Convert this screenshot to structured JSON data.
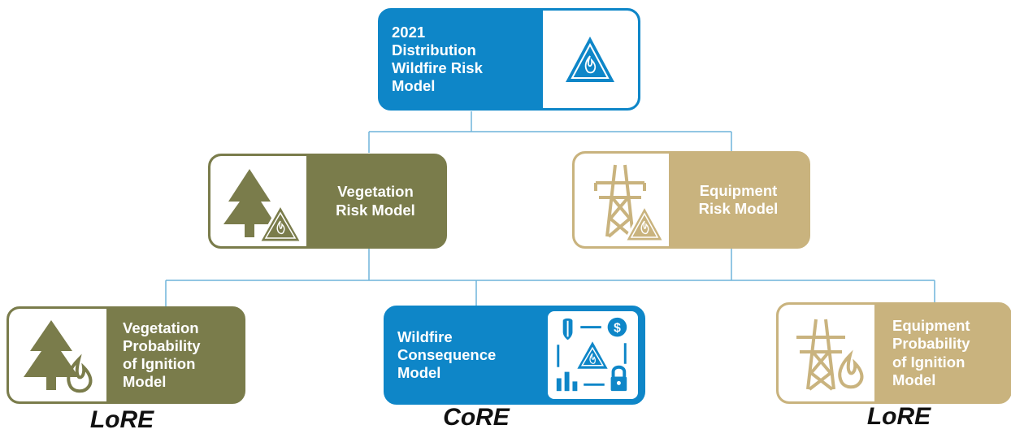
{
  "colors": {
    "blue": "#0e86c8",
    "olive": "#7a7c4b",
    "tan": "#c9b37e",
    "line": "#6fb4da"
  },
  "root": {
    "lines": [
      "2021",
      "Distribution",
      "Wildfire Risk",
      "Model"
    ],
    "icon": "fire-triangle-icon"
  },
  "vegetation_risk": {
    "lines": [
      "Vegetation",
      "Risk Model"
    ],
    "icon": "tree-fire-icon"
  },
  "equipment_risk": {
    "lines": [
      "Equipment",
      "Risk Model"
    ],
    "icon": "tower-fire-icon"
  },
  "vegetation_poi": {
    "lines": [
      "Vegetation",
      "Probability",
      "of Ignition",
      "Model"
    ],
    "icon": "tree-flame-icon"
  },
  "consequence": {
    "lines": [
      "Wildfire",
      "Consequence",
      "Model"
    ],
    "icon": "consequence-icon"
  },
  "equipment_poi": {
    "lines": [
      "Equipment",
      "Probability",
      "of Ignition",
      "Model"
    ],
    "icon": "tower-flame-icon"
  },
  "labels": {
    "left": "LoRE",
    "center": "CoRE",
    "right": "LoRE"
  }
}
